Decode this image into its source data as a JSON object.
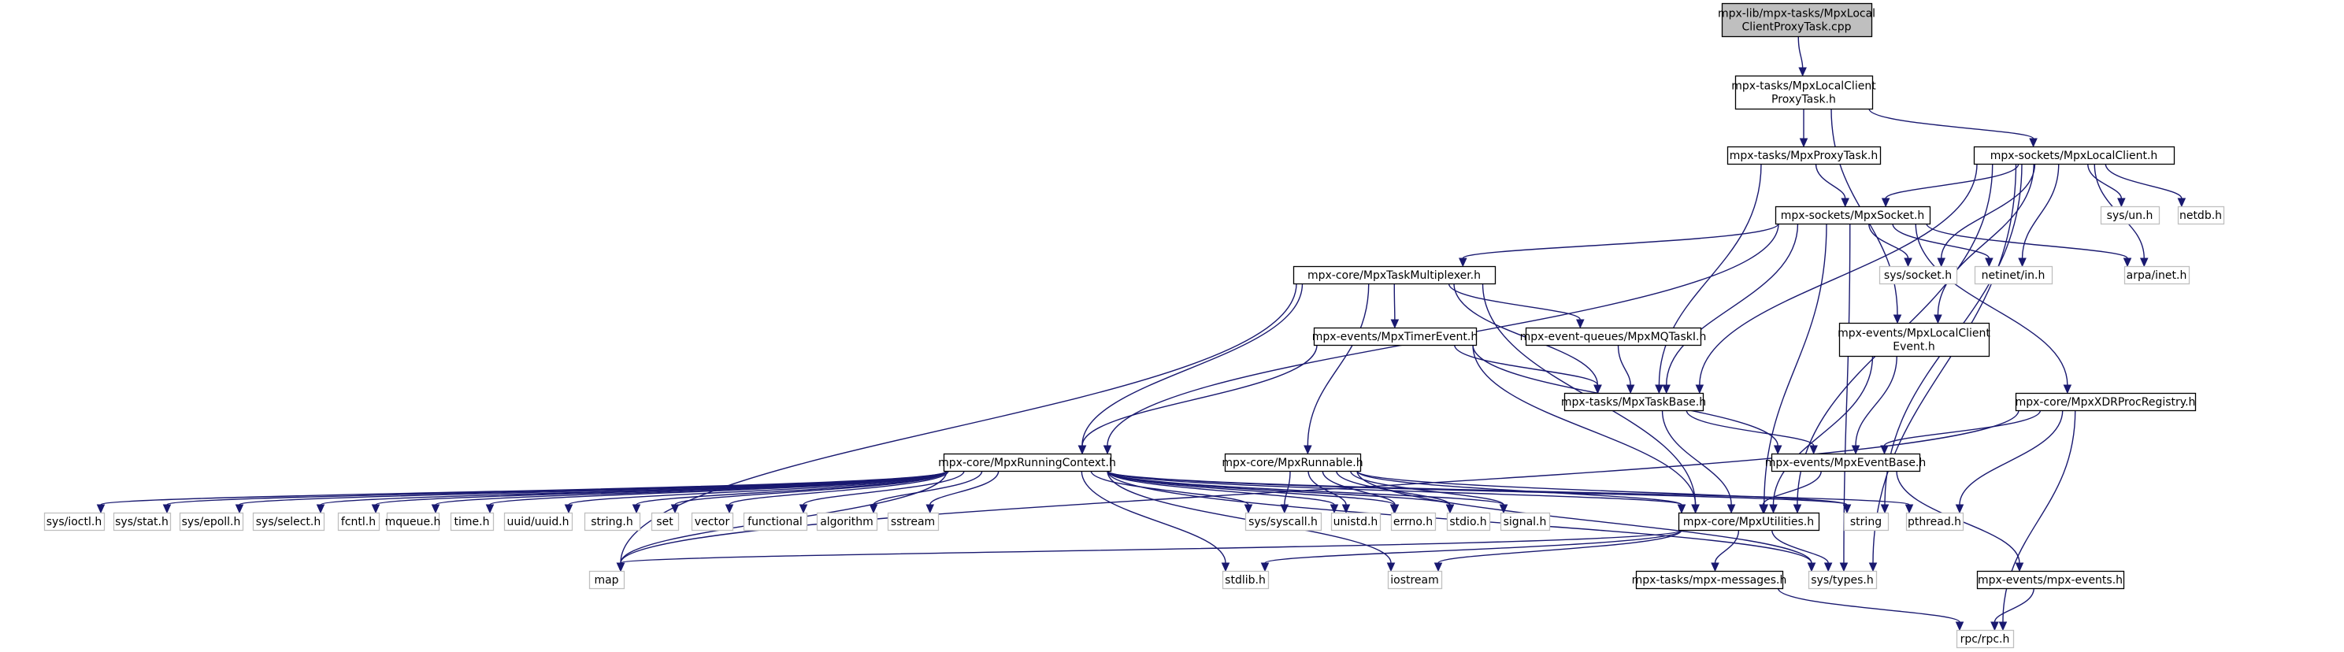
{
  "diagram": {
    "edge_color": "#191970",
    "root_fill": "#bfbfbf",
    "local_border": "#000000",
    "system_border": "#bfbfbf",
    "nodes": {
      "root": {
        "lines": [
          "mpx-lib/mpx-tasks/MpxLocal",
          "ClientProxyTask.cpp"
        ],
        "kind": "root"
      },
      "lcpt_h": {
        "lines": [
          "mpx-tasks/MpxLocalClient",
          "ProxyTask.h"
        ],
        "kind": "local"
      },
      "proxytask_h": {
        "lines": [
          "mpx-tasks/MpxProxyTask.h"
        ],
        "kind": "local"
      },
      "localclient_h": {
        "lines": [
          "mpx-sockets/MpxLocalClient.h"
        ],
        "kind": "local"
      },
      "socket_h": {
        "lines": [
          "mpx-sockets/MpxSocket.h"
        ],
        "kind": "local"
      },
      "sys_un": {
        "lines": [
          "sys/un.h"
        ],
        "kind": "system"
      },
      "netdb": {
        "lines": [
          "netdb.h"
        ],
        "kind": "system"
      },
      "taskmux_h": {
        "lines": [
          "mpx-core/MpxTaskMultiplexer.h"
        ],
        "kind": "local"
      },
      "sys_socket": {
        "lines": [
          "sys/socket.h"
        ],
        "kind": "system"
      },
      "netinet_in": {
        "lines": [
          "netinet/in.h"
        ],
        "kind": "system"
      },
      "arpa_inet": {
        "lines": [
          "arpa/inet.h"
        ],
        "kind": "system"
      },
      "timerevent_h": {
        "lines": [
          "mpx-events/MpxTimerEvent.h"
        ],
        "kind": "local"
      },
      "mqtaskl_h": {
        "lines": [
          "mpx-event-queues/MpxMQTaskI.h"
        ],
        "kind": "local"
      },
      "lcevent_h": {
        "lines": [
          "mpx-events/MpxLocalClient",
          "Event.h"
        ],
        "kind": "local"
      },
      "xdr_h": {
        "lines": [
          "mpx-core/MpxXDRProcRegistry.h"
        ],
        "kind": "local"
      },
      "taskbase_h": {
        "lines": [
          "mpx-tasks/MpxTaskBase.h"
        ],
        "kind": "local"
      },
      "runctx_h": {
        "lines": [
          "mpx-core/MpxRunningContext.h"
        ],
        "kind": "local"
      },
      "runnable_h": {
        "lines": [
          "mpx-core/MpxRunnable.h"
        ],
        "kind": "local"
      },
      "eventbase_h": {
        "lines": [
          "mpx-events/MpxEventBase.h"
        ],
        "kind": "local"
      },
      "sys_ioctl": {
        "lines": [
          "sys/ioctl.h"
        ],
        "kind": "system"
      },
      "sys_stat": {
        "lines": [
          "sys/stat.h"
        ],
        "kind": "system"
      },
      "sys_epoll": {
        "lines": [
          "sys/epoll.h"
        ],
        "kind": "system"
      },
      "sys_select": {
        "lines": [
          "sys/select.h"
        ],
        "kind": "system"
      },
      "fcntl": {
        "lines": [
          "fcntl.h"
        ],
        "kind": "system"
      },
      "mqueue": {
        "lines": [
          "mqueue.h"
        ],
        "kind": "system"
      },
      "time_h": {
        "lines": [
          "time.h"
        ],
        "kind": "system"
      },
      "uuid": {
        "lines": [
          "uuid/uuid.h"
        ],
        "kind": "system"
      },
      "string_h": {
        "lines": [
          "string.h"
        ],
        "kind": "system"
      },
      "set": {
        "lines": [
          "set"
        ],
        "kind": "system"
      },
      "vector": {
        "lines": [
          "vector"
        ],
        "kind": "system"
      },
      "functional": {
        "lines": [
          "functional"
        ],
        "kind": "system"
      },
      "algorithm": {
        "lines": [
          "algorithm"
        ],
        "kind": "system"
      },
      "sstream": {
        "lines": [
          "sstream"
        ],
        "kind": "system"
      },
      "sys_syscall": {
        "lines": [
          "sys/syscall.h"
        ],
        "kind": "system"
      },
      "unistd": {
        "lines": [
          "unistd.h"
        ],
        "kind": "system"
      },
      "errno": {
        "lines": [
          "errno.h"
        ],
        "kind": "system"
      },
      "stdio": {
        "lines": [
          "stdio.h"
        ],
        "kind": "system"
      },
      "signal": {
        "lines": [
          "signal.h"
        ],
        "kind": "system"
      },
      "utilities_h": {
        "lines": [
          "mpx-core/MpxUtilities.h"
        ],
        "kind": "local"
      },
      "string": {
        "lines": [
          "string"
        ],
        "kind": "system"
      },
      "pthread": {
        "lines": [
          "pthread.h"
        ],
        "kind": "system"
      },
      "map": {
        "lines": [
          "map"
        ],
        "kind": "system"
      },
      "stdlib": {
        "lines": [
          "stdlib.h"
        ],
        "kind": "system"
      },
      "iostream": {
        "lines": [
          "iostream"
        ],
        "kind": "system"
      },
      "sys_types": {
        "lines": [
          "sys/types.h"
        ],
        "kind": "system"
      },
      "messages_h": {
        "lines": [
          "mpx-tasks/mpx-messages.h"
        ],
        "kind": "local"
      },
      "events_h": {
        "lines": [
          "mpx-events/mpx-events.h"
        ],
        "kind": "local"
      },
      "rpc": {
        "lines": [
          "rpc/rpc.h"
        ],
        "kind": "system"
      }
    },
    "edges": [
      [
        "root",
        "lcpt_h"
      ],
      [
        "lcpt_h",
        "proxytask_h"
      ],
      [
        "lcpt_h",
        "localclient_h"
      ],
      [
        "lcpt_h",
        "lcevent_h"
      ],
      [
        "proxytask_h",
        "socket_h"
      ],
      [
        "proxytask_h",
        "taskbase_h"
      ],
      [
        "localclient_h",
        "socket_h"
      ],
      [
        "localclient_h",
        "sys_un"
      ],
      [
        "localclient_h",
        "netdb"
      ],
      [
        "localclient_h",
        "sys_socket"
      ],
      [
        "localclient_h",
        "netinet_in"
      ],
      [
        "localclient_h",
        "arpa_inet"
      ],
      [
        "localclient_h",
        "lcevent_h"
      ],
      [
        "localclient_h",
        "taskbase_h"
      ],
      [
        "localclient_h",
        "utilities_h"
      ],
      [
        "localclient_h",
        "string"
      ],
      [
        "localclient_h",
        "sys_types"
      ],
      [
        "socket_h",
        "taskmux_h"
      ],
      [
        "socket_h",
        "sys_socket"
      ],
      [
        "socket_h",
        "netinet_in"
      ],
      [
        "socket_h",
        "arpa_inet"
      ],
      [
        "socket_h",
        "xdr_h"
      ],
      [
        "socket_h",
        "taskbase_h"
      ],
      [
        "socket_h",
        "runctx_h"
      ],
      [
        "socket_h",
        "utilities_h"
      ],
      [
        "socket_h",
        "sys_types"
      ],
      [
        "taskmux_h",
        "timerevent_h"
      ],
      [
        "taskmux_h",
        "mqtaskl_h"
      ],
      [
        "taskmux_h",
        "taskbase_h"
      ],
      [
        "taskmux_h",
        "runctx_h"
      ],
      [
        "taskmux_h",
        "runnable_h"
      ],
      [
        "taskmux_h",
        "utilities_h"
      ],
      [
        "taskmux_h",
        "map"
      ],
      [
        "timerevent_h",
        "runctx_h"
      ],
      [
        "timerevent_h",
        "eventbase_h"
      ],
      [
        "timerevent_h",
        "utilities_h"
      ],
      [
        "timerevent_h",
        "taskbase_h"
      ],
      [
        "mqtaskl_h",
        "taskbase_h"
      ],
      [
        "lcevent_h",
        "eventbase_h"
      ],
      [
        "lcevent_h",
        "utilities_h"
      ],
      [
        "xdr_h",
        "eventbase_h"
      ],
      [
        "xdr_h",
        "pthread"
      ],
      [
        "xdr_h",
        "map"
      ],
      [
        "xdr_h",
        "rpc"
      ],
      [
        "taskbase_h",
        "eventbase_h"
      ],
      [
        "taskbase_h",
        "utilities_h"
      ],
      [
        "eventbase_h",
        "utilities_h"
      ],
      [
        "eventbase_h",
        "events_h"
      ],
      [
        "events_h",
        "rpc"
      ],
      [
        "runnable_h",
        "sys_syscall"
      ],
      [
        "runnable_h",
        "unistd"
      ],
      [
        "runnable_h",
        "errno"
      ],
      [
        "runnable_h",
        "stdio"
      ],
      [
        "runnable_h",
        "signal"
      ],
      [
        "runnable_h",
        "utilities_h"
      ],
      [
        "runnable_h",
        "string"
      ],
      [
        "runnable_h",
        "sys_types"
      ],
      [
        "runctx_h",
        "sys_ioctl"
      ],
      [
        "runctx_h",
        "sys_stat"
      ],
      [
        "runctx_h",
        "sys_epoll"
      ],
      [
        "runctx_h",
        "sys_select"
      ],
      [
        "runctx_h",
        "fcntl"
      ],
      [
        "runctx_h",
        "mqueue"
      ],
      [
        "runctx_h",
        "time_h"
      ],
      [
        "runctx_h",
        "uuid"
      ],
      [
        "runctx_h",
        "string_h"
      ],
      [
        "runctx_h",
        "set"
      ],
      [
        "runctx_h",
        "vector"
      ],
      [
        "runctx_h",
        "functional"
      ],
      [
        "runctx_h",
        "algorithm"
      ],
      [
        "runctx_h",
        "sstream"
      ],
      [
        "runctx_h",
        "sys_syscall"
      ],
      [
        "runctx_h",
        "unistd"
      ],
      [
        "runctx_h",
        "errno"
      ],
      [
        "runctx_h",
        "stdio"
      ],
      [
        "runctx_h",
        "signal"
      ],
      [
        "runctx_h",
        "utilities_h"
      ],
      [
        "runctx_h",
        "string"
      ],
      [
        "runctx_h",
        "pthread"
      ],
      [
        "runctx_h",
        "map"
      ],
      [
        "runctx_h",
        "stdlib"
      ],
      [
        "runctx_h",
        "iostream"
      ],
      [
        "runctx_h",
        "sys_types"
      ],
      [
        "utilities_h",
        "map"
      ],
      [
        "utilities_h",
        "stdlib"
      ],
      [
        "utilities_h",
        "iostream"
      ],
      [
        "utilities_h",
        "sys_types"
      ],
      [
        "utilities_h",
        "messages_h"
      ],
      [
        "messages_h",
        "rpc"
      ]
    ]
  }
}
